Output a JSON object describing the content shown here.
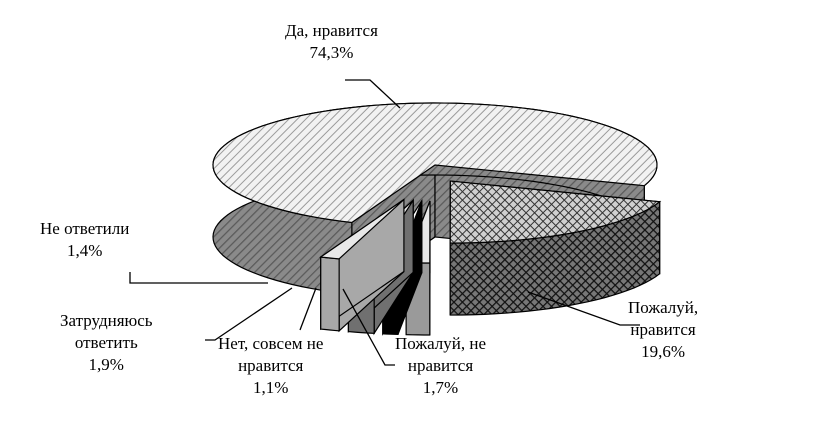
{
  "chart_data": {
    "type": "pie",
    "style": "3d-exploded",
    "title": "",
    "slices": [
      {
        "label": "Да, нравится",
        "value_label": "74,3%",
        "value": 74.3,
        "fill": "hatch-light",
        "exploded": false
      },
      {
        "label": "Пожалуй, нравится",
        "value_label": "19,6%",
        "value": 19.6,
        "fill": "crosshatch",
        "exploded": true
      },
      {
        "label": "Пожалуй, не нравится",
        "value_label": "1,7%",
        "value": 1.7,
        "fill": "#9a9a9a",
        "exploded": true
      },
      {
        "label": "Нет, совсем не нравится",
        "value_label": "1,1%",
        "value": 1.1,
        "fill": "#000000",
        "exploded": true
      },
      {
        "label": "Затрудняюсь ответить",
        "value_label": "1,9%",
        "value": 1.9,
        "fill": "#707070",
        "exploded": true
      },
      {
        "label": "Не ответили",
        "value_label": "1,4%",
        "value": 1.4,
        "fill": "#a8a8a8",
        "exploded": true
      }
    ]
  },
  "labels": {
    "da": [
      "Да, нравится",
      "74,3%"
    ],
    "pozh": [
      "Пожалуй,",
      "нравится",
      "19,6%"
    ],
    "pozh_ne": [
      "Пожалуй, не",
      "нравится",
      "1,7%"
    ],
    "net": [
      "Нет, совсем не",
      "нравится",
      "1,1%"
    ],
    "zatr": [
      "Затрудняюсь",
      "ответить",
      "1,9%"
    ],
    "neotv": [
      "Не ответили",
      "1,4%"
    ]
  }
}
